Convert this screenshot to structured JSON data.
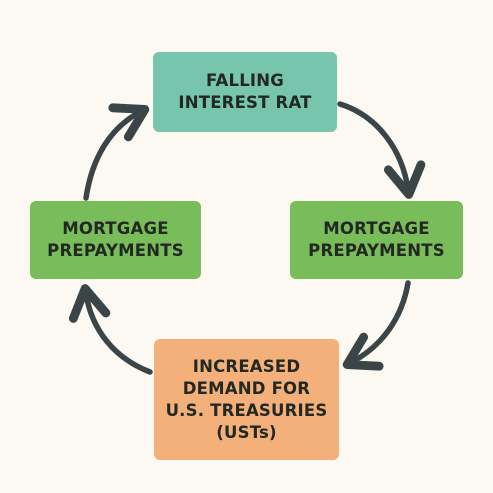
{
  "diagram": {
    "nodes": {
      "top": {
        "lines": [
          "FALLING",
          "INTEREST RAT"
        ]
      },
      "right": {
        "lines": [
          "MORTGAGE",
          "PREPAYMENTS"
        ]
      },
      "bottom": {
        "lines": [
          "INCREASED",
          "DEMAND FOR",
          "U.S. TREASURIES",
          "(USTs)"
        ]
      },
      "left": {
        "lines": [
          "MORTGAGE",
          "PREPAYMENTS"
        ]
      }
    },
    "colors": {
      "background": "#fcf9f2",
      "top_box": "#77c5ad",
      "side_boxes": "#79bd5b",
      "bottom_box": "#f4b07b",
      "arrow": "#3b4548",
      "text": "#232823"
    },
    "flow": "clockwise"
  }
}
